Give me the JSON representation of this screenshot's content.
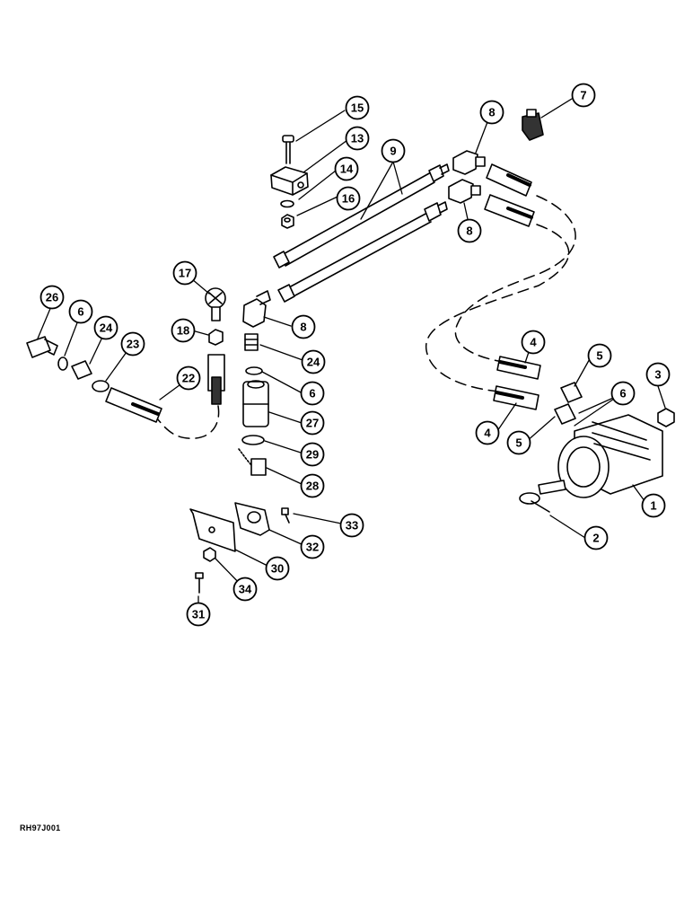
{
  "diagram": {
    "callouts": [
      {
        "id": "c15",
        "label": "15"
      },
      {
        "id": "c13",
        "label": "13"
      },
      {
        "id": "c14",
        "label": "14"
      },
      {
        "id": "c16",
        "label": "16"
      },
      {
        "id": "c9",
        "label": "9"
      },
      {
        "id": "c8a",
        "label": "8"
      },
      {
        "id": "c8b",
        "label": "8"
      },
      {
        "id": "c7",
        "label": "7"
      },
      {
        "id": "c17",
        "label": "17"
      },
      {
        "id": "c8c",
        "label": "8"
      },
      {
        "id": "c26",
        "label": "26"
      },
      {
        "id": "c6a",
        "label": "6"
      },
      {
        "id": "c24a",
        "label": "24"
      },
      {
        "id": "c23",
        "label": "23"
      },
      {
        "id": "c18",
        "label": "18"
      },
      {
        "id": "c22",
        "label": "22"
      },
      {
        "id": "c24b",
        "label": "24"
      },
      {
        "id": "c6b",
        "label": "6"
      },
      {
        "id": "c27",
        "label": "27"
      },
      {
        "id": "c29",
        "label": "29"
      },
      {
        "id": "c28",
        "label": "28"
      },
      {
        "id": "c4a",
        "label": "4"
      },
      {
        "id": "c4b",
        "label": "4"
      },
      {
        "id": "c5a",
        "label": "5"
      },
      {
        "id": "c5b",
        "label": "5"
      },
      {
        "id": "c6c",
        "label": "6"
      },
      {
        "id": "c3",
        "label": "3"
      },
      {
        "id": "c1",
        "label": "1"
      },
      {
        "id": "c2",
        "label": "2"
      },
      {
        "id": "c33",
        "label": "33"
      },
      {
        "id": "c32",
        "label": "32"
      },
      {
        "id": "c30",
        "label": "30"
      },
      {
        "id": "c34",
        "label": "34"
      },
      {
        "id": "c31",
        "label": "31"
      }
    ],
    "figure_code": "RH97J001"
  }
}
